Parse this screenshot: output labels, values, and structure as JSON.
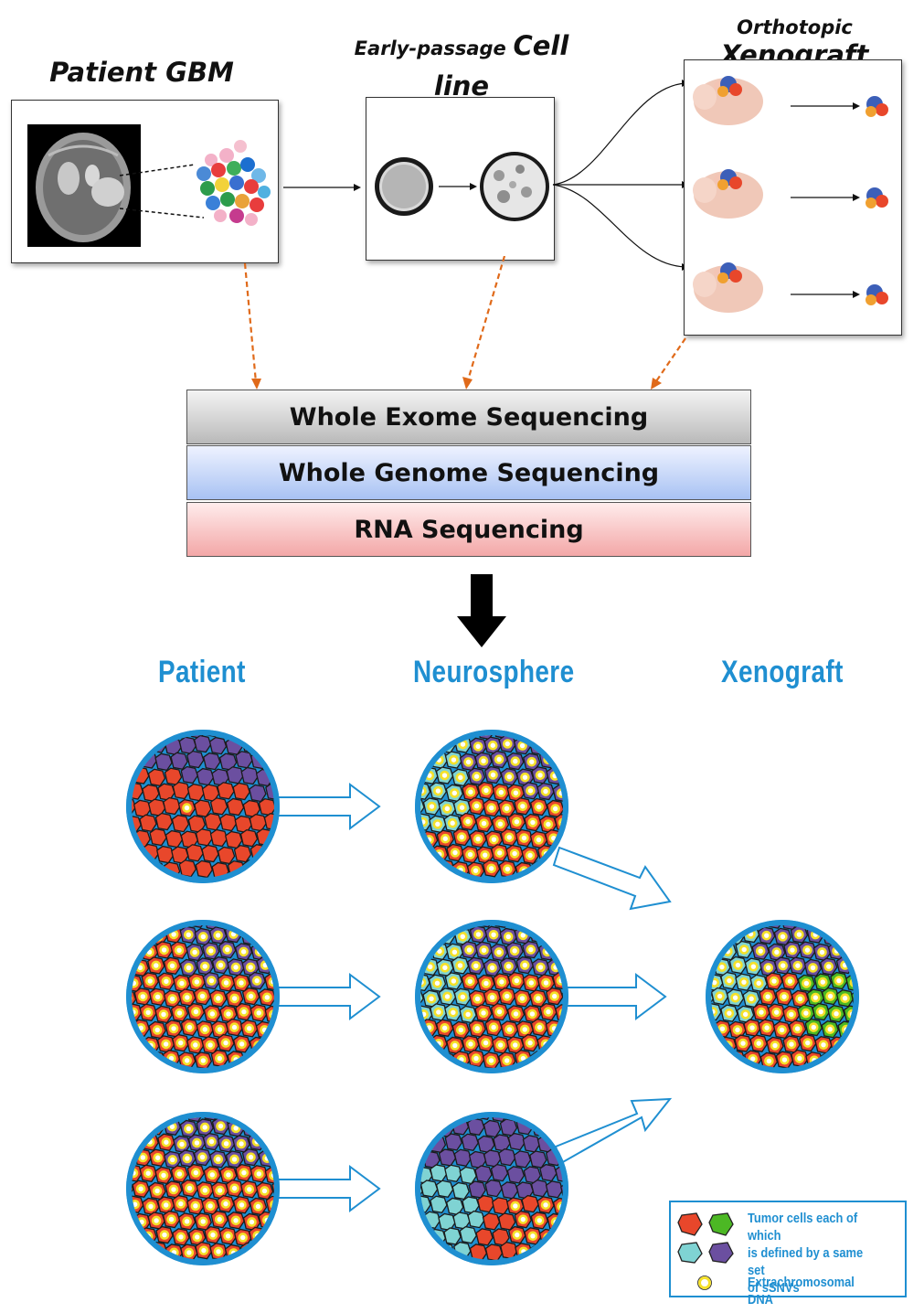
{
  "top": {
    "patient_title": "Patient GBM",
    "cellline_title_a": "Early-passage",
    "cellline_title_b": "Cell",
    "cellline_title_c": "line",
    "xeno_title_a": "Orthotopic",
    "xeno_title_b": "Xenograft"
  },
  "sequencing": {
    "row1": "Whole Exome Sequencing",
    "row2": "Whole Genome Sequencing",
    "row3": "RNA Sequencing"
  },
  "columns": {
    "patient": "Patient",
    "neurosphere": "Neurosphere",
    "xenograft": "Xenograft"
  },
  "legend": {
    "tumor_line1": "Tumor cells each of which",
    "tumor_line2": "is defined by a same set",
    "tumor_line3": "of sSNVs",
    "ecdna": "Extrachromosomal DNA"
  },
  "colors": {
    "red_cell": "#e8472b",
    "purple_cell": "#6b4fa0",
    "teal_cell": "#7fd3d3",
    "green_cell": "#4cb824",
    "ecdna": "#f5e12a",
    "circle_border": "#1f8fd1",
    "arrow_orange": "#e06a1a",
    "accent_blue": "#1f8fd1"
  }
}
